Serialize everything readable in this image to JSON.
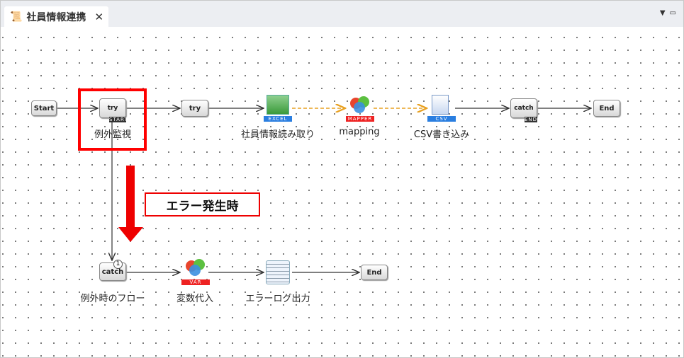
{
  "tab": {
    "title": "社員情報連携",
    "close": "✕"
  },
  "tab_controls": {
    "menu": "▼",
    "maximize": "▭"
  },
  "nodes": {
    "start": "Start",
    "trycatch_start": "例外監視",
    "try": "try",
    "excel": "社員情報読み取り",
    "mapping": "mapping",
    "csv": "CSV書き込み",
    "end1": "End",
    "catch": "例外時のフロー",
    "var": "変数代入",
    "log": "エラーログ出力",
    "end2": "End"
  },
  "icon_text": {
    "try": "try",
    "catch": "catch",
    "start_tag": "START",
    "end_tag": "END",
    "excel_tag": "EXCEL",
    "mapper_tag": "MAPPER",
    "csv_tag": "CSV",
    "var_tag": "VAR",
    "catch_num": "1"
  },
  "annotation": "エラー発生時",
  "colors": {
    "highlight": "#ff0000",
    "flow": "#333333",
    "dataflow": "#e8a020"
  }
}
